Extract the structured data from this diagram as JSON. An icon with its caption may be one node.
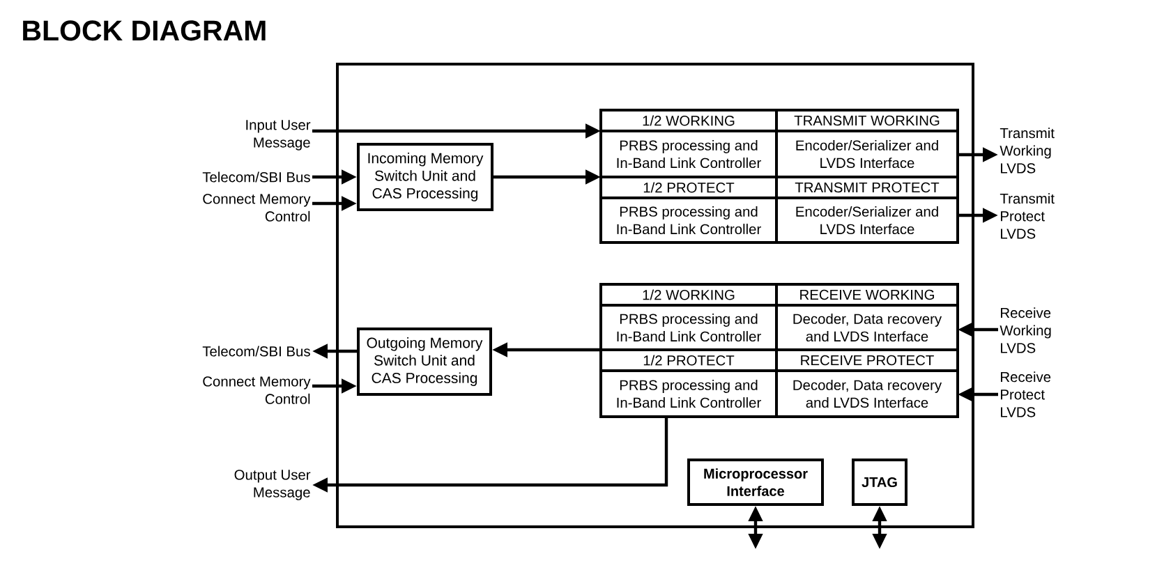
{
  "diagram": {
    "title": "BLOCK DIAGRAM",
    "nodes": [
      {
        "text": [],
        "shape": "box"
      },
      {
        "text": [
          "Input User Message"
        ]
      },
      {
        "text": [
          "Telecom/SBI Bus"
        ]
      },
      {
        "text": [
          "Connect Memory Control"
        ]
      },
      {
        "text": [
          "Incoming Memory Switch Unit and CAS Processing"
        ],
        "in": 0
      },
      {
        "text": [
          "1/2 WORKING",
          "PRBS processing and In-Band Link Controller"
        ],
        "in": 0
      },
      {
        "text": [
          "TRANSMIT WORKING",
          "Encoder/Serializer and LVDS Interface"
        ],
        "in": 0
      },
      {
        "text": [
          "1/2 PROTECT",
          "PRBS processing and In-Band Link Controller"
        ],
        "in": 0
      },
      {
        "text": [
          "TRANSMIT PROTECT",
          "Encoder/Serializer and LVDS Interface"
        ],
        "in": 0
      },
      {
        "text": [
          "Transmit Working LVDS"
        ]
      },
      {
        "text": [
          "Transmit Protect LVDS"
        ]
      },
      {
        "text": [
          "Telecom/SBI Bus"
        ]
      },
      {
        "text": [
          "Connect Memory Control"
        ]
      },
      {
        "text": [
          "Outgoing Memory Switch Unit and CAS Processing"
        ],
        "in": 0
      },
      {
        "text": [
          "1/2 WORKING",
          "PRBS processing and In-Band Link Controller"
        ],
        "in": 0
      },
      {
        "text": [
          "RECEIVE WORKING",
          "Decoder, Data recovery and LVDS Interface"
        ],
        "in": 0
      },
      {
        "text": [
          "1/2 PROTECT",
          "PRBS processing and In-Band Link Controller"
        ],
        "in": 0
      },
      {
        "text": [
          "RECEIVE PROTECT",
          "Decoder, Data recovery and LVDS Interface"
        ],
        "in": 0
      },
      {
        "text": [
          "Receive Working LVDS"
        ]
      },
      {
        "text": [
          "Receive Protect LVDS"
        ]
      },
      {
        "text": [
          "Output User Message"
        ]
      },
      {
        "text": [
          "Microprocessor Interface"
        ],
        "in": 0
      },
      {
        "text": [
          "JTAG"
        ],
        "in": 0
      }
    ],
    "edges": [
      {
        "from": 1,
        "to": 5,
        "arrow": "to"
      },
      {
        "from": 2,
        "to": 4,
        "arrow": "to"
      },
      {
        "from": 3,
        "to": 4,
        "arrow": "to"
      },
      {
        "from": 4,
        "to": 7,
        "arrow": "to"
      },
      {
        "from": 6,
        "to": 9,
        "arrow": "to"
      },
      {
        "from": 8,
        "to": 10,
        "arrow": "to"
      },
      {
        "from": 18,
        "to": 15,
        "arrow": "to"
      },
      {
        "from": 19,
        "to": 17,
        "arrow": "to"
      },
      {
        "from": 16,
        "to": 13,
        "arrow": "to"
      },
      {
        "from": 13,
        "to": 11,
        "arrow": "to"
      },
      {
        "from": 12,
        "to": 13,
        "arrow": "to"
      },
      {
        "from": 16,
        "to": 20,
        "arrow": "to"
      },
      {
        "from": 21,
        "to": null,
        "arrow": "both"
      },
      {
        "from": 22,
        "to": null,
        "arrow": "both"
      }
    ]
  }
}
